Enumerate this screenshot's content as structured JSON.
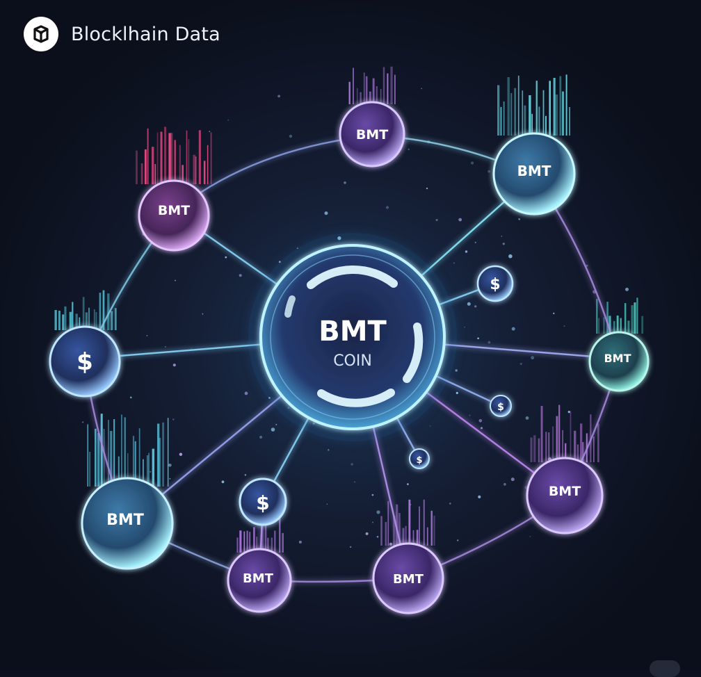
{
  "header": {
    "title": "Blocklhain Data",
    "logo_icon": "cube-network-icon"
  },
  "center_node": {
    "title": "BMT",
    "subtitle": "COIN"
  },
  "nodes": [
    {
      "id": "n-top",
      "label": "BMT",
      "tone": "purple"
    },
    {
      "id": "n-top-right",
      "label": "BMT",
      "tone": "cyan"
    },
    {
      "id": "n-top-left",
      "label": "BMT",
      "tone": "magenta"
    },
    {
      "id": "n-left",
      "label": "$",
      "tone": "blue"
    },
    {
      "id": "n-right",
      "label": "BMT",
      "tone": "teal"
    },
    {
      "id": "n-bottom-left",
      "label": "BMT",
      "tone": "cyan"
    },
    {
      "id": "n-bottom-right",
      "label": "BMT",
      "tone": "purple"
    },
    {
      "id": "n-bottom-mid-left",
      "label": "BMT",
      "tone": "purple"
    },
    {
      "id": "n-bottom-mid",
      "label": "BMT",
      "tone": "purple"
    },
    {
      "id": "n-coin-small-center",
      "label": "$",
      "tone": "blue"
    },
    {
      "id": "n-coin-upper-right",
      "label": "$",
      "tone": "blue"
    },
    {
      "id": "n-coin-mid-right",
      "label": "$",
      "tone": "blue"
    },
    {
      "id": "n-coin-lower-right",
      "label": "$",
      "tone": "blue"
    }
  ],
  "colors": {
    "background": "#0d1220",
    "cyan": "#6fe4f0",
    "purple": "#b27be8",
    "magenta": "#ff4f8b",
    "teal": "#4cd0c5",
    "blue": "#5a8ee6",
    "line": "#7fb6e8"
  }
}
